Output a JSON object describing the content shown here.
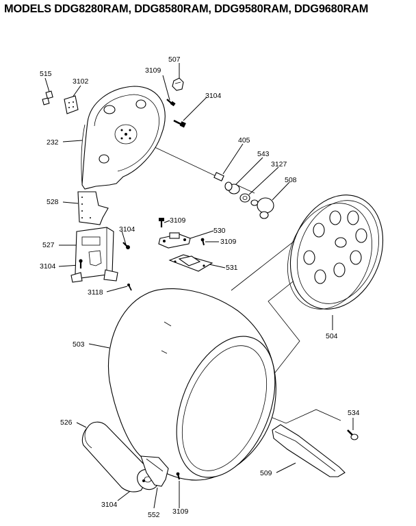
{
  "title": "MODELS DDG8280RAM, DDG8580RAM, DDG9580RAM, DDG9680RAM",
  "callouts": [
    {
      "id": "515",
      "text": "515"
    },
    {
      "id": "3102",
      "text": "3102"
    },
    {
      "id": "3109a",
      "text": "3109"
    },
    {
      "id": "507",
      "text": "507"
    },
    {
      "id": "3104a",
      "text": "3104"
    },
    {
      "id": "232",
      "text": "232"
    },
    {
      "id": "405",
      "text": "405"
    },
    {
      "id": "543",
      "text": "543"
    },
    {
      "id": "3127",
      "text": "3127"
    },
    {
      "id": "508",
      "text": "508"
    },
    {
      "id": "528",
      "text": "528"
    },
    {
      "id": "3109b",
      "text": "3109"
    },
    {
      "id": "530",
      "text": "530"
    },
    {
      "id": "3104b",
      "text": "3104"
    },
    {
      "id": "3109c",
      "text": "3109"
    },
    {
      "id": "527",
      "text": "527"
    },
    {
      "id": "531",
      "text": "531"
    },
    {
      "id": "3104c",
      "text": "3104"
    },
    {
      "id": "3118",
      "text": "3118"
    },
    {
      "id": "504",
      "text": "504"
    },
    {
      "id": "503",
      "text": "503"
    },
    {
      "id": "534",
      "text": "534"
    },
    {
      "id": "526",
      "text": "526"
    },
    {
      "id": "509",
      "text": "509"
    },
    {
      "id": "3104d",
      "text": "3104"
    },
    {
      "id": "552",
      "text": "552"
    },
    {
      "id": "3109d",
      "text": "3109"
    }
  ]
}
